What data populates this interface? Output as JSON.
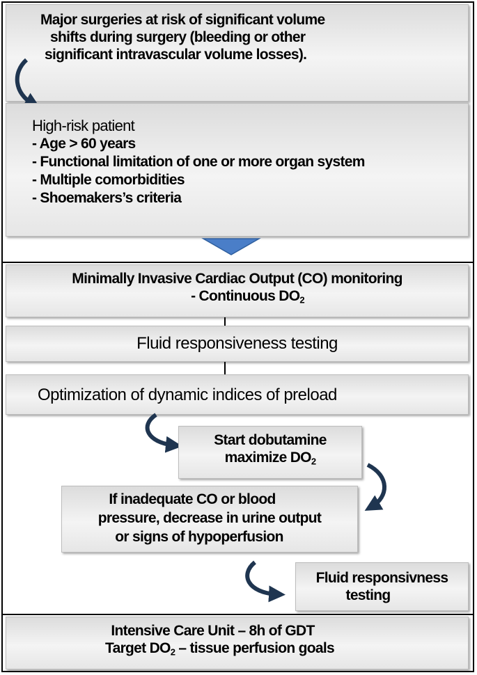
{
  "steps": {
    "major_surgeries": {
      "lines": [
        "Major surgeries at risk of significant volume",
        "shifts during surgery (bleeding or other",
        "significant intravascular volume losses)."
      ]
    },
    "high_risk": {
      "title": "High-risk patient",
      "items": [
        "- Age > 60 years",
        "- Functional limitation of one or more organ system",
        "- Multiple comorbidities",
        "- Shoemakers’s criteria"
      ]
    },
    "monitoring": {
      "line1": "Minimally Invasive Cardiac Output (CO) monitoring",
      "line2_prefix": "- Continuous DO",
      "line2_sub": "2"
    },
    "fluid_testing": {
      "label": "Fluid responsiveness testing"
    },
    "optimization": {
      "label": "Optimization of dynamic indices of preload"
    },
    "dobutamine": {
      "line1": "Start dobutamine",
      "line2_prefix": "maximize DO",
      "line2_sub": "2"
    },
    "inadequate": {
      "lines": [
        "If inadequate CO or blood",
        "pressure, decrease in urine output",
        "or signs of hypoperfusion"
      ]
    },
    "fluid_retest": {
      "lines": [
        "Fluid responsivness",
        "testing"
      ]
    },
    "icu": {
      "line1": "Intensive Care Unit – 8h of GDT",
      "line2_prefix": "Target DO",
      "line2_sub": "2",
      "line2_suffix": " – tissue perfusion goals"
    }
  },
  "colors": {
    "box_fill": "#eeeeee",
    "down_arrow": "#4a7ec8",
    "down_arrow_border": "#2f5f9e",
    "connector": "#1f3550"
  }
}
